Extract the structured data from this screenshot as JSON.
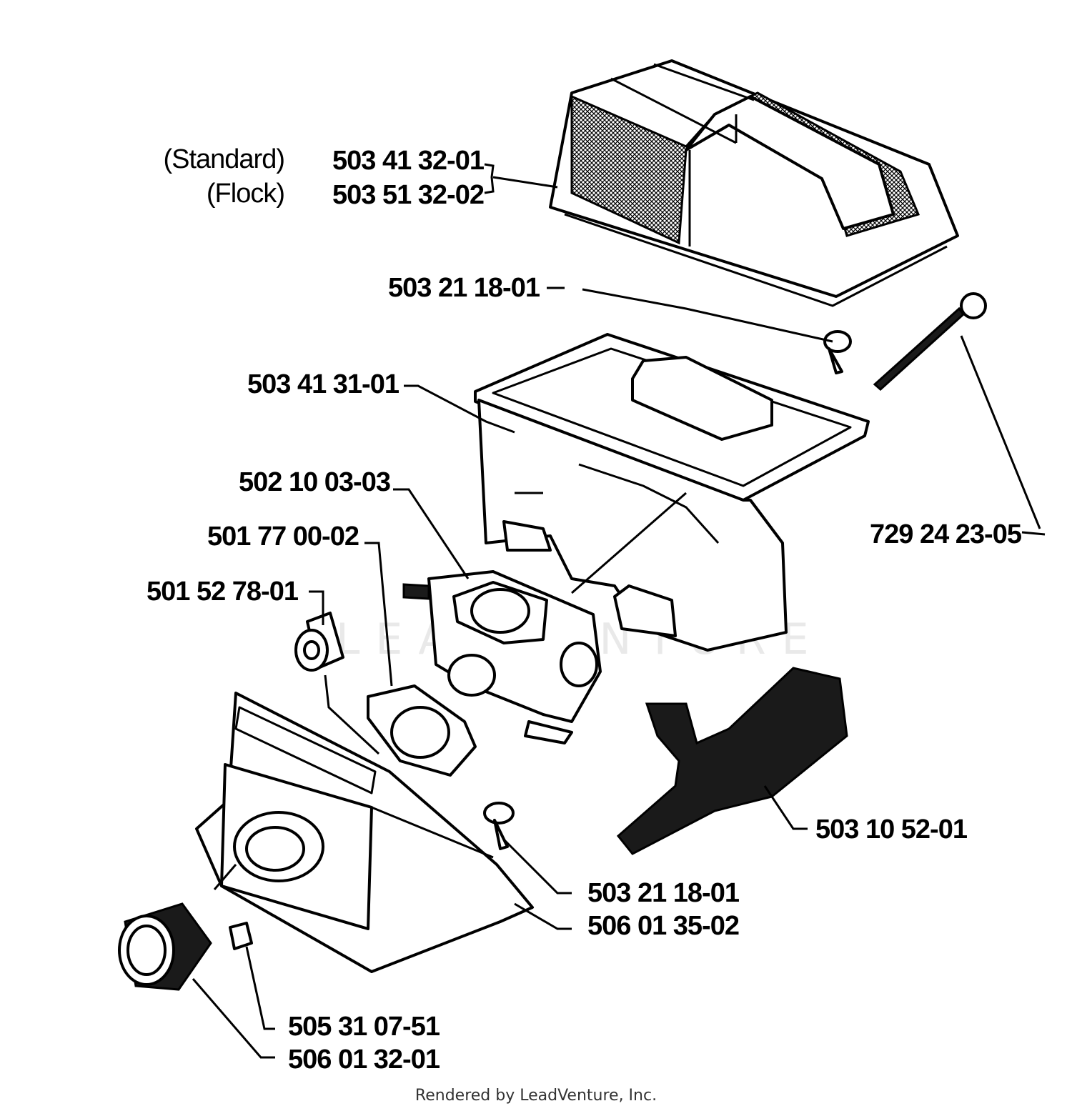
{
  "diagram": {
    "labels": {
      "filter_standard_variant": "(Standard)",
      "filter_flock_variant": "(Flock)",
      "filter_standard_part": "503 41 32-01",
      "filter_flock_part": "503 51 32-02",
      "screw_top_part": "503 21 18-01",
      "bolt_part": "729 24 23-05",
      "filter_holder_part": "503 41 31-01",
      "carburetor_part": "502 10 03-03",
      "gasket_part": "501 77 00-02",
      "nipple_part": "501 52 78-01",
      "throttle_lever_part": "503 10 52-01",
      "screw_bottom_part": "503 21 18-01",
      "bracket_part": "506 01 35-02",
      "plug_part": "505 31 07-51",
      "bushing_part": "506 01 32-01"
    },
    "watermark": "LEADVENTURE",
    "footer": "Rendered by LeadVenture, Inc."
  }
}
